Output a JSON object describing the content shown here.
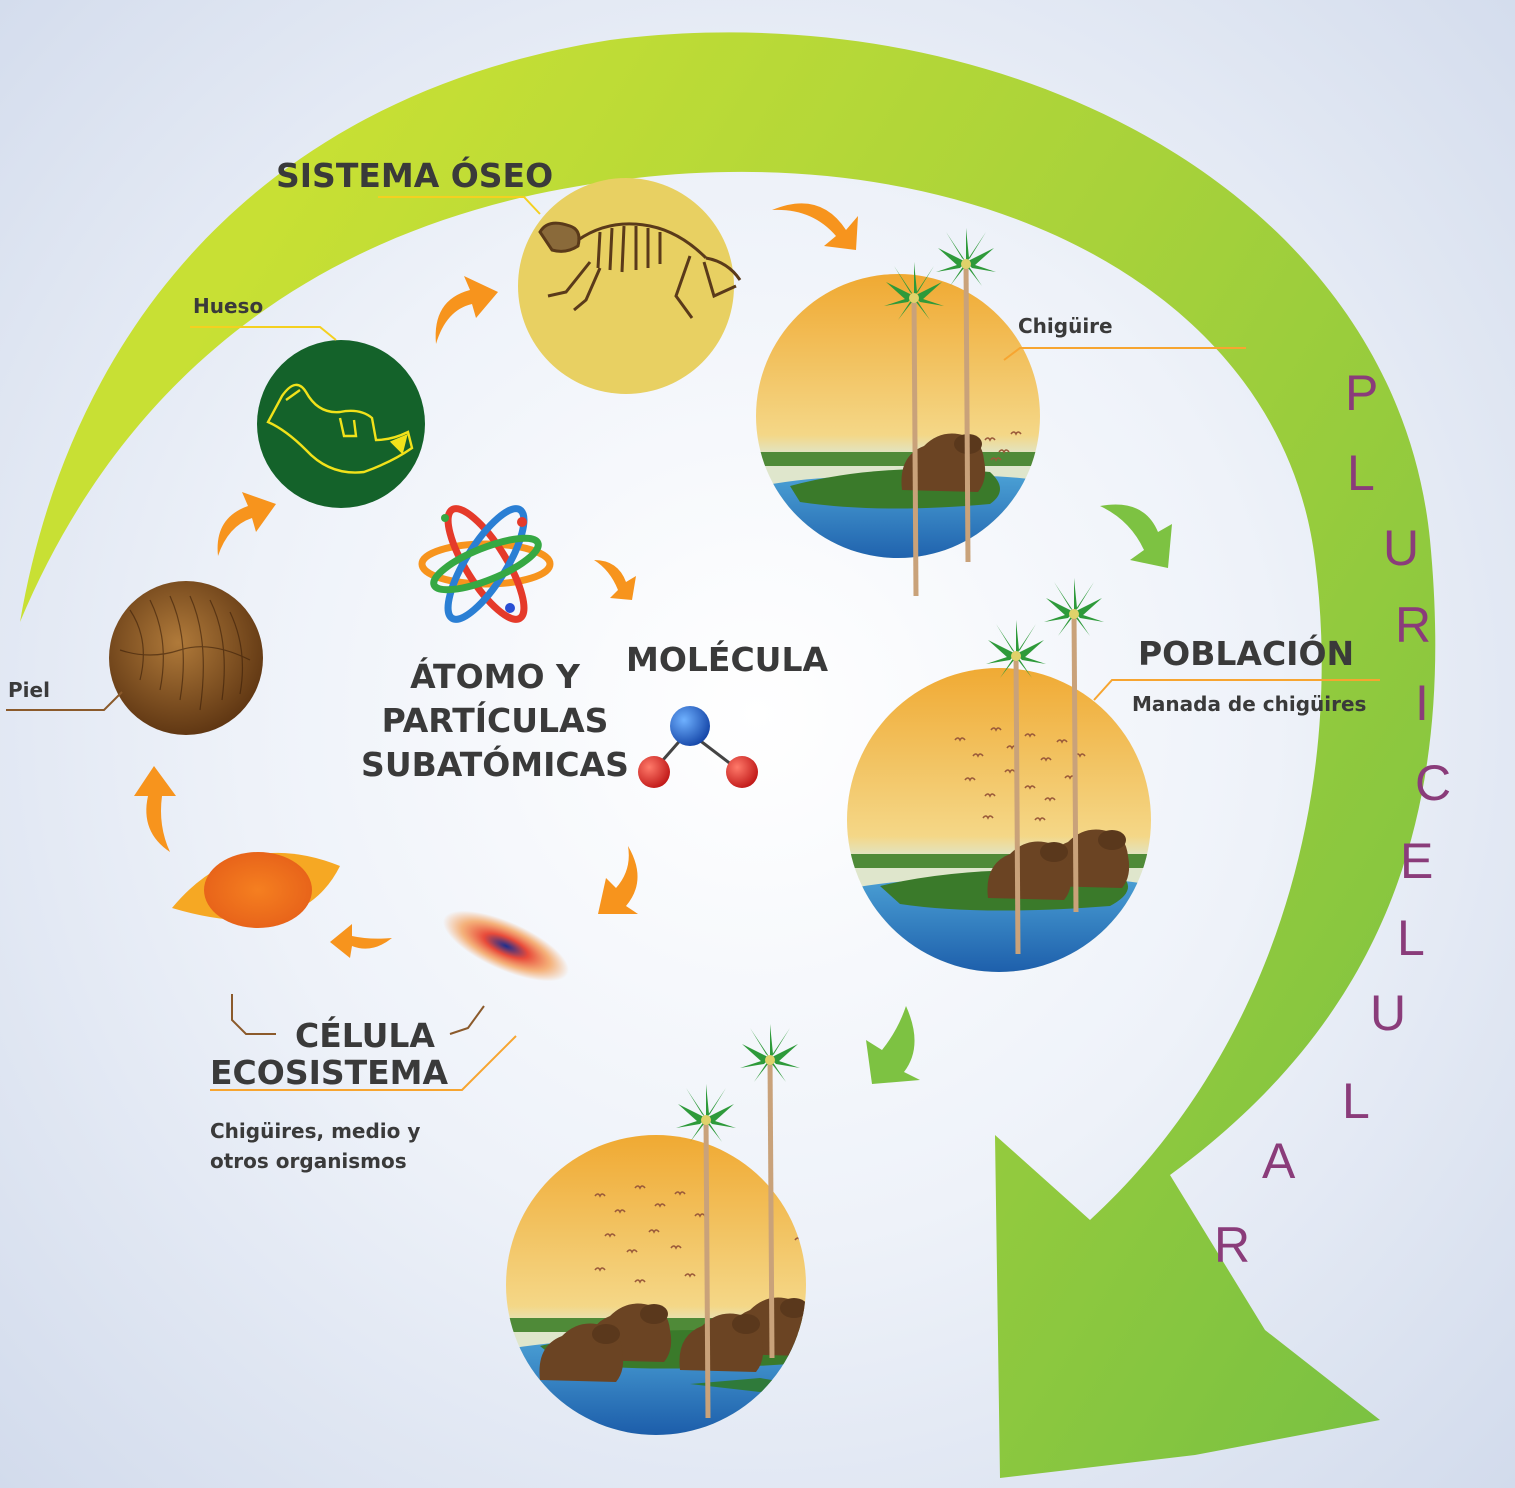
{
  "labels": {
    "sistema_oseo": "SISTEMA ÓSEO",
    "hueso": "Hueso",
    "piel": "Piel",
    "atomo": [
      "ÁTOMO Y",
      "PARTÍCULAS",
      "SUBATÓMICAS"
    ],
    "molecula": "MOLÉCULA",
    "celula": "CÉLULA",
    "chiguire": "Chigüire",
    "poblacion": "POBLACIÓN",
    "poblacion_sub": "Manada de chigüires",
    "ecosistema": "ECOSISTEMA",
    "ecosistema_sub": [
      "Chigüires, medio y",
      "otros organismos"
    ]
  },
  "side_word": [
    "P",
    "L",
    "U",
    "R",
    "I",
    "C",
    "E",
    "L",
    "U",
    "L",
    "A",
    "R"
  ],
  "colors": {
    "big_arrow": "#8cc63f",
    "big_arrow_light": "#b8d935",
    "small_arrow_orange": "#f7941d",
    "small_arrow_green": "#7dc242",
    "side_word": "#8a3c7a",
    "label_text": "#3a3a3a",
    "leader_yellow": "#f4d020",
    "leader_orange": "#f7a530",
    "leader_brown": "#8b5a2b"
  }
}
